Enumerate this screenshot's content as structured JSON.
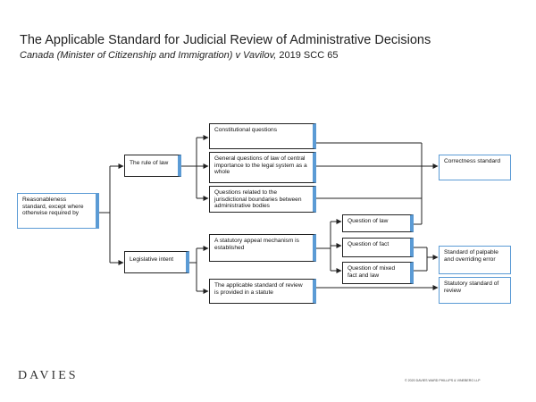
{
  "title": "The Applicable  Standard for Judicial Review of Administrative Decisions",
  "subtitle": {
    "case": "Canada (Minister of Citizenship and Immigration) v Vavilov,",
    "citation": "2019 SCC 65"
  },
  "boxes": {
    "reasonableness": "Reasonableness standard, except where otherwise required by",
    "rule_of_law": "The rule of law",
    "legislative_intent": "Legislative intent",
    "constitutional": "Constitutional questions",
    "general_questions": "General questions of law of central importance to the legal system as a whole",
    "jurisdictional": "Questions related to the jurisdictional boundaries between administrative bodies",
    "statutory_appeal": "A statutory appeal mechanism is established",
    "statute_standard": "The applicable standard of review is provided in a statute",
    "question_law": "Question of law",
    "question_fact": "Question of fact",
    "question_mixed": "Question of mixed fact and law",
    "correctness": "Correctness standard",
    "palpable_error": "Standard of palpable and overriding error",
    "statutory_standard": "Statutory standard of review"
  },
  "footer": {
    "logo": "DAVIES",
    "copyright": "© 2020 DAVIES WARD PHILLIPS & VINEBERG LLP"
  },
  "colors": {
    "accent": "#5b9bd5",
    "line": "#222222"
  }
}
